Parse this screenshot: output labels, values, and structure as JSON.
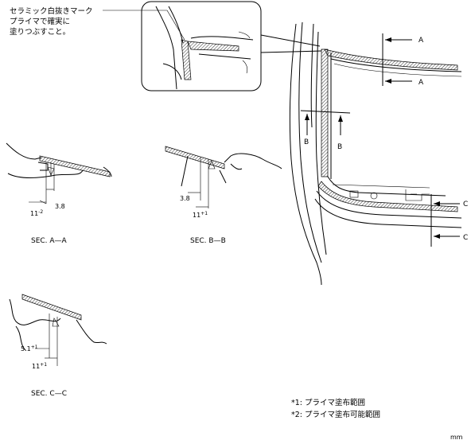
{
  "callout": {
    "line1": "セラミック白抜きマーク",
    "line2": "プライマで確実に",
    "line3": "塗りつぶすこと。"
  },
  "sections": {
    "aa": {
      "title": "SEC. A—A",
      "dim_small": "3.8",
      "dim_large_base": "11",
      "dim_large_sup": "-2"
    },
    "bb": {
      "title": "SEC. B—B",
      "dim_small": "3.8",
      "dim_large_base": "11",
      "dim_large_sup": "+1"
    },
    "cc": {
      "title": "SEC. C—C",
      "dim_small_base": "5.1",
      "dim_small_sup": "+1",
      "dim_large_base": "11",
      "dim_large_sup": "+1"
    }
  },
  "markers": {
    "a": "A",
    "b": "B",
    "c": "C"
  },
  "notes": {
    "note1": "*1: プライマ塗布範囲",
    "note2": "*2: プライマ塗布可能範囲"
  },
  "unit": "mm"
}
